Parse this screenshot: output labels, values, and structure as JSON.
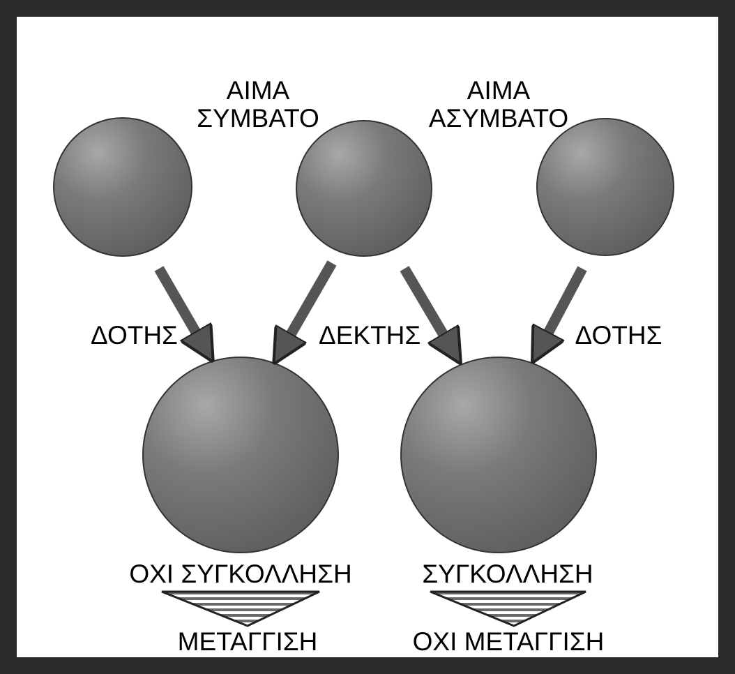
{
  "colors": {
    "border": "#2a2a2a",
    "background": "#ffffff",
    "cell": "#6e6e6e",
    "cell_highlight": "#a8a8a8",
    "arrow": "#555555",
    "text": "#000000"
  },
  "labels": {
    "compatible": [
      "ΑΙΜΑ",
      "ΣΥΜΒΑΤΟ"
    ],
    "incompatible": [
      "ΑΙΜΑ",
      "ΑΣΥΜΒΑΤΟ"
    ],
    "donor_left": "ΔΟΤΗΣ",
    "recipient": "ΔΕΚΤΗΣ",
    "donor_right": "ΔΟΤΗΣ",
    "no_agglutination": "ΟΧΙ ΣΥΓΚΟΛΛΗΣΗ",
    "agglutination": "ΣΥΓΚΟΛΛΗΣΗ",
    "transfusion": "ΜΕΤΑΓΓΙΣΗ",
    "no_transfusion": "ΟΧΙ ΜΕΤΑΓΓΙΣΗ"
  },
  "icons": {
    "cells": "red-blood-cell-circle",
    "arrows": "arrow-icon",
    "funnels": "striped-triangle-icon"
  }
}
